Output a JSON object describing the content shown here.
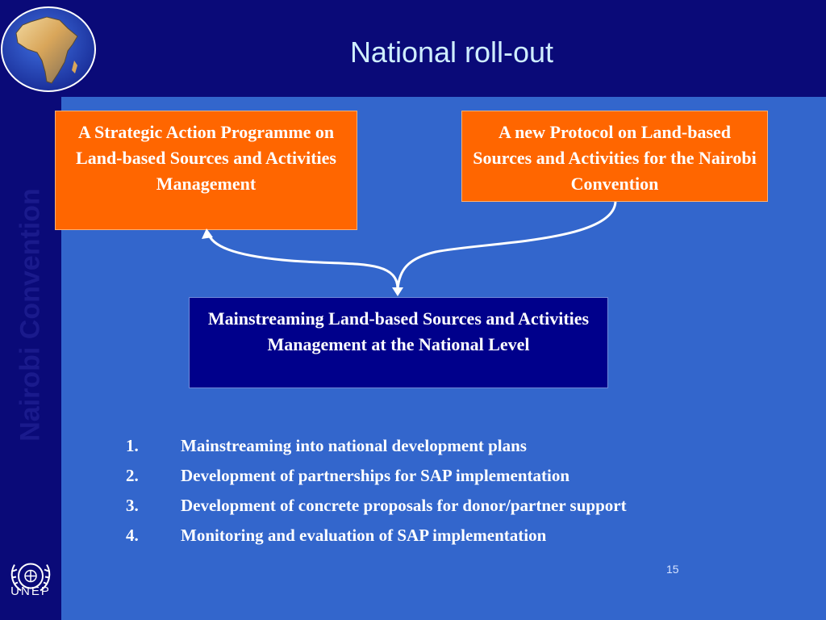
{
  "slide": {
    "title": "National roll-out",
    "sidebar_label": "Nairobi Convention",
    "page_number": "15"
  },
  "boxes": {
    "left": "A Strategic Action Programme on Land-based Sources and Activities Management",
    "right": "A new Protocol on Land-based Sources and Activities for the Nairobi Convention",
    "center": "Mainstreaming Land-based Sources and Activities Management at the National Level"
  },
  "steps": [
    {
      "num": "1.",
      "text": "Mainstreaming into national development plans"
    },
    {
      "num": "2.",
      "text": "Development of partnerships for SAP implementation"
    },
    {
      "num": "3.",
      "text": "Development of concrete proposals for donor/partner support"
    },
    {
      "num": "4.",
      "text": "Monitoring and evaluation of SAP implementation"
    }
  ],
  "logo": {
    "word": "UNEP",
    "icon": "un-emblem-icon"
  },
  "colors": {
    "background": "#0a0a78",
    "panel": "#3366cc",
    "orange_box": "#ff6600",
    "navy_box": "#00008b",
    "title": "#cfeeff"
  }
}
